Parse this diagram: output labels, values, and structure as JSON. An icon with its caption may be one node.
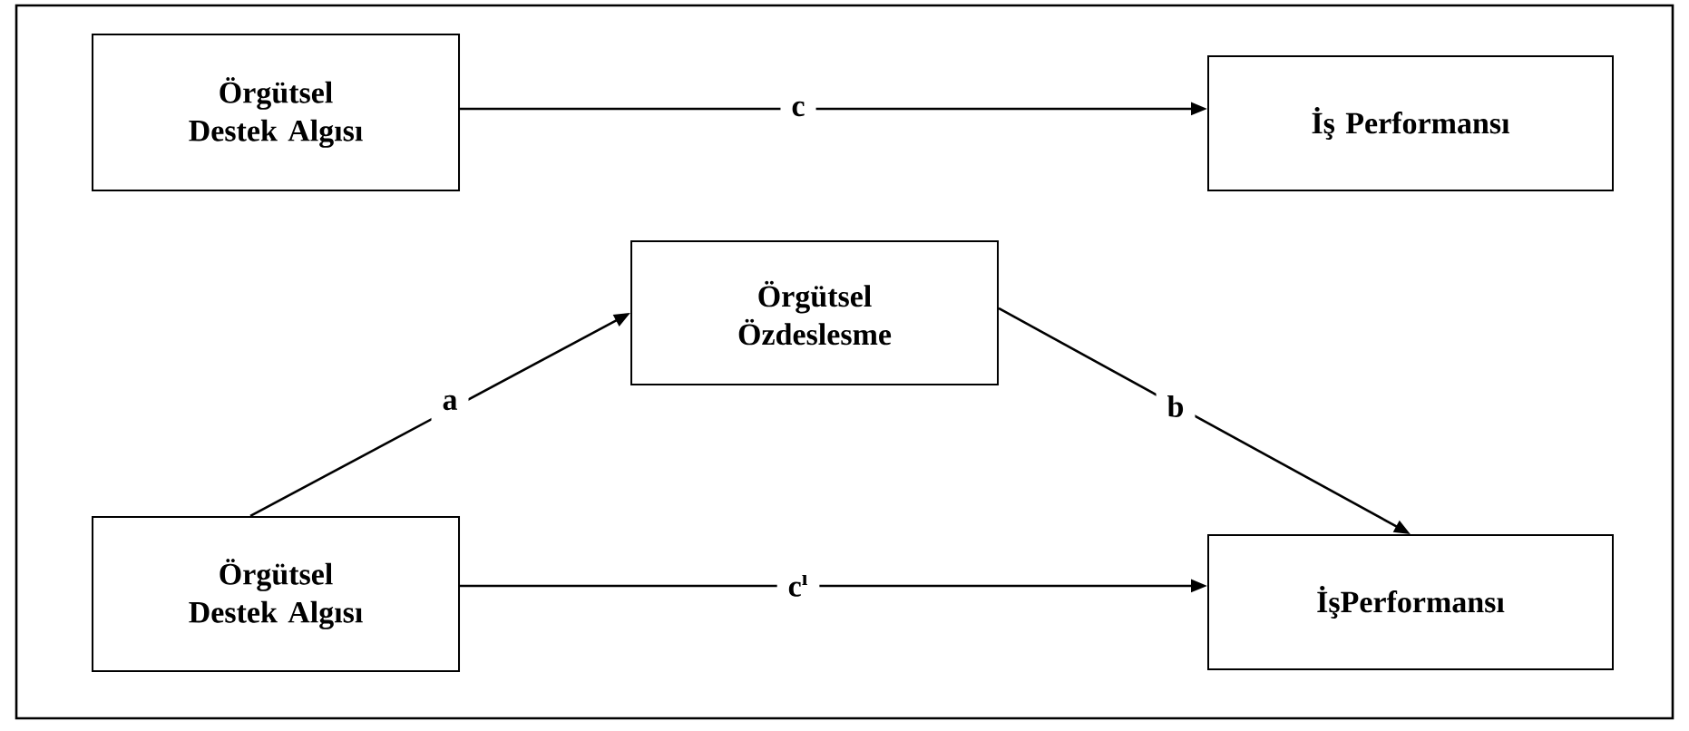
{
  "diagram": {
    "nodes": [
      {
        "text": [
          "Örgütsel Destek Algısı"
        ]
      },
      {
        "text": [
          "İş Performansı"
        ]
      },
      {
        "text": [
          "Örgütsel Özdeslesme"
        ]
      },
      {
        "text": [
          "Örgütsel Destek Algısı"
        ]
      },
      {
        "text": [
          "İşPerformansı"
        ]
      }
    ],
    "edges": [
      {
        "from": 0,
        "to": 1,
        "arrow": "to",
        "label": "c"
      },
      {
        "from": 3,
        "to": 2,
        "arrow": "to",
        "label": "a"
      },
      {
        "from": 2,
        "to": 4,
        "arrow": "to",
        "label": "b"
      },
      {
        "from": 3,
        "to": 4,
        "arrow": "to",
        "label": "c$^{ı}$"
      }
    ]
  }
}
